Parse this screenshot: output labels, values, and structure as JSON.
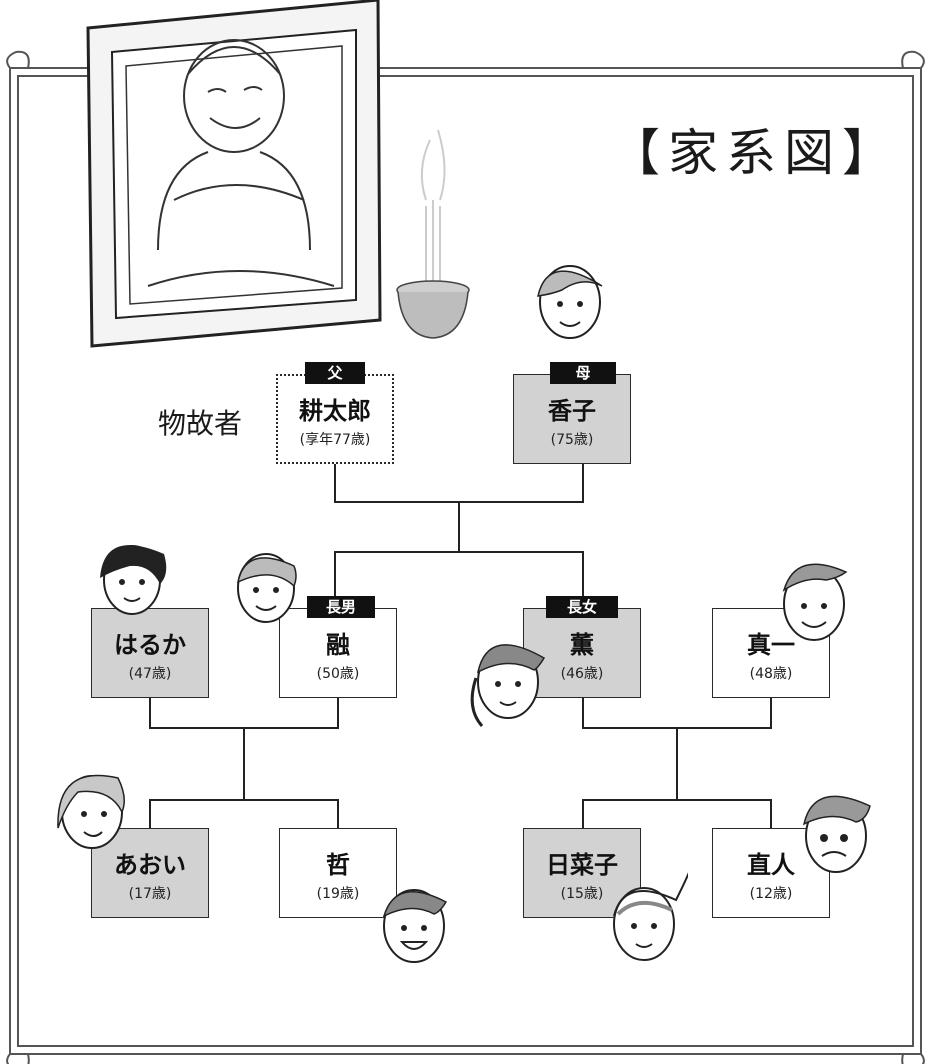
{
  "diagram": {
    "title": "【家系図】",
    "deceased_label": "物故者"
  },
  "people": {
    "father": {
      "relation": "父",
      "name": "耕太郎",
      "age": "(享年77歳)"
    },
    "mother": {
      "relation": "母",
      "name": "香子",
      "age": "(75歳)"
    },
    "haruka": {
      "name": "はるか",
      "age": "(47歳)"
    },
    "toru": {
      "relation": "長男",
      "name": "融",
      "age": "(50歳)"
    },
    "kaoru": {
      "relation": "長女",
      "name": "薫",
      "age": "(46歳)"
    },
    "shinichi": {
      "name": "真一",
      "age": "(48歳)"
    },
    "aoi": {
      "name": "あおい",
      "age": "(17歳)"
    },
    "satoru": {
      "name": "哲",
      "age": "(19歳)"
    },
    "hinako": {
      "name": "日菜子",
      "age": "(15歳)"
    },
    "naoto": {
      "name": "直人",
      "age": "(12歳)"
    }
  },
  "colors": {
    "blood_relative_fill": "#d2d2d2",
    "spouse_fill": "#ffffff",
    "tag_fill": "#111111",
    "line": "#222222",
    "frame": "#555555"
  },
  "icons": [
    "memorial-portrait-icon",
    "incense-burner-icon",
    "face-icon"
  ]
}
